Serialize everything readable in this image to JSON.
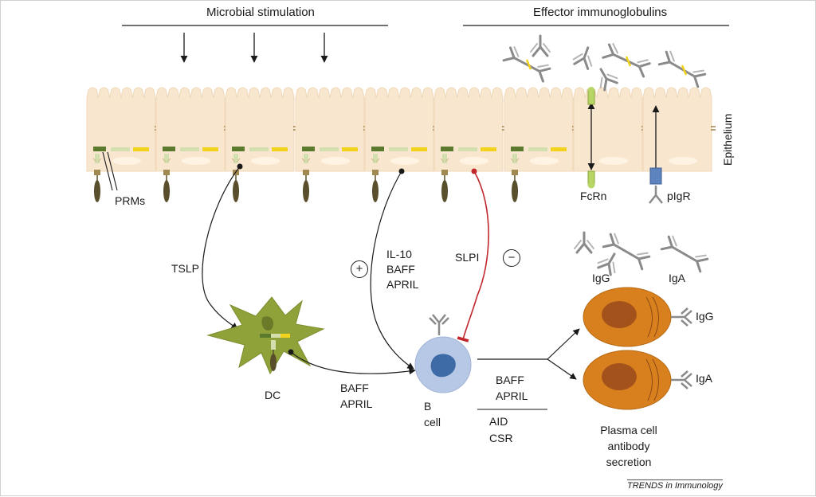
{
  "header": {
    "left_title": "Microbial stimulation",
    "right_title": "Effector immunoglobulins"
  },
  "epithelium": {
    "side_label": "Epithelium",
    "prms_label": "PRMs",
    "fcrn_label": "FcRn",
    "pigr_label": "pIgR"
  },
  "signals": {
    "tslp": "TSLP",
    "plus_sign": "+",
    "il10_lines": [
      "IL-10",
      "BAFF",
      "APRIL"
    ],
    "slpi": "SLPI",
    "minus_sign": "−",
    "dc_to_b_lines": [
      "BAFF",
      "APRIL"
    ],
    "b_to_plasma_lines": [
      "BAFF",
      "APRIL"
    ],
    "aid_csr_lines": [
      "AID",
      "CSR"
    ]
  },
  "cells": {
    "dc_label": "DC",
    "b_cell_lines": [
      "B",
      "cell"
    ],
    "plasma_lines": [
      "Plasma cell",
      "antibody",
      "secretion"
    ]
  },
  "antibodies": {
    "free_igg": "IgG",
    "free_iga": "IgA",
    "plasma_top_ig": "IgG",
    "plasma_bottom_ig": "IgA"
  },
  "colors": {
    "epithelium_fill": "#f8e6cf",
    "dc_green": "#8fa23a",
    "b_cell_fill": "#b7c8e6",
    "b_cell_nucleus": "#3e6aa5",
    "plasma_fill": "#d9801e",
    "plasma_nucleus": "#a4521c",
    "slpi_line": "#c0272d",
    "receptor_dark": "#5c7a2e",
    "receptor_light": "#d3dfae",
    "receptor_yellow": "#f2d21a",
    "fcrn_green": "#b8d666",
    "pigr_blue": "#5e84c0"
  },
  "credit": "TRENDS in Immunology"
}
